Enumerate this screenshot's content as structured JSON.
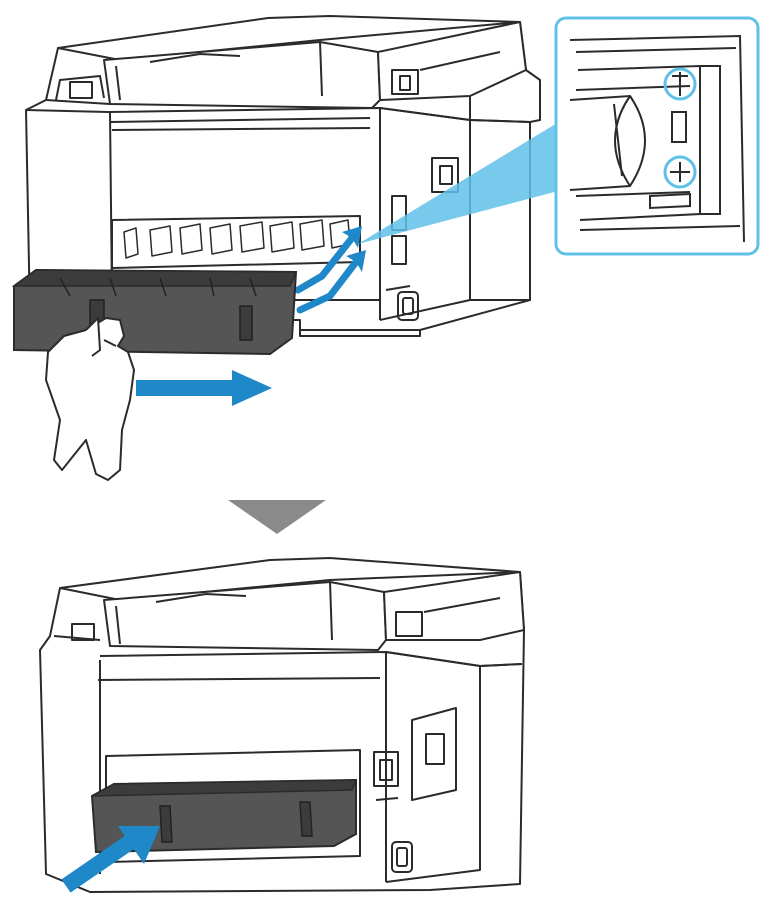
{
  "figure": {
    "kind": "illustration",
    "steps": [
      {
        "step": "remove-rear-cover",
        "arrow": "right"
      },
      {
        "step": "reattach-rear-cover",
        "arrow": "up-right"
      }
    ],
    "colors": {
      "line": "#2b2b2b",
      "printer_fill": "#ffffff",
      "cover_fill": "#555555",
      "cover_dark": "#3c3c3c",
      "arrow_blue": "#1e88c9",
      "callout_blue": "#5fc1e8",
      "step_arrow_gray": "#8a8a8a"
    },
    "icons": [
      "hand-icon",
      "direction-arrow-icon",
      "step-arrow-icon",
      "zoom-callout"
    ]
  }
}
